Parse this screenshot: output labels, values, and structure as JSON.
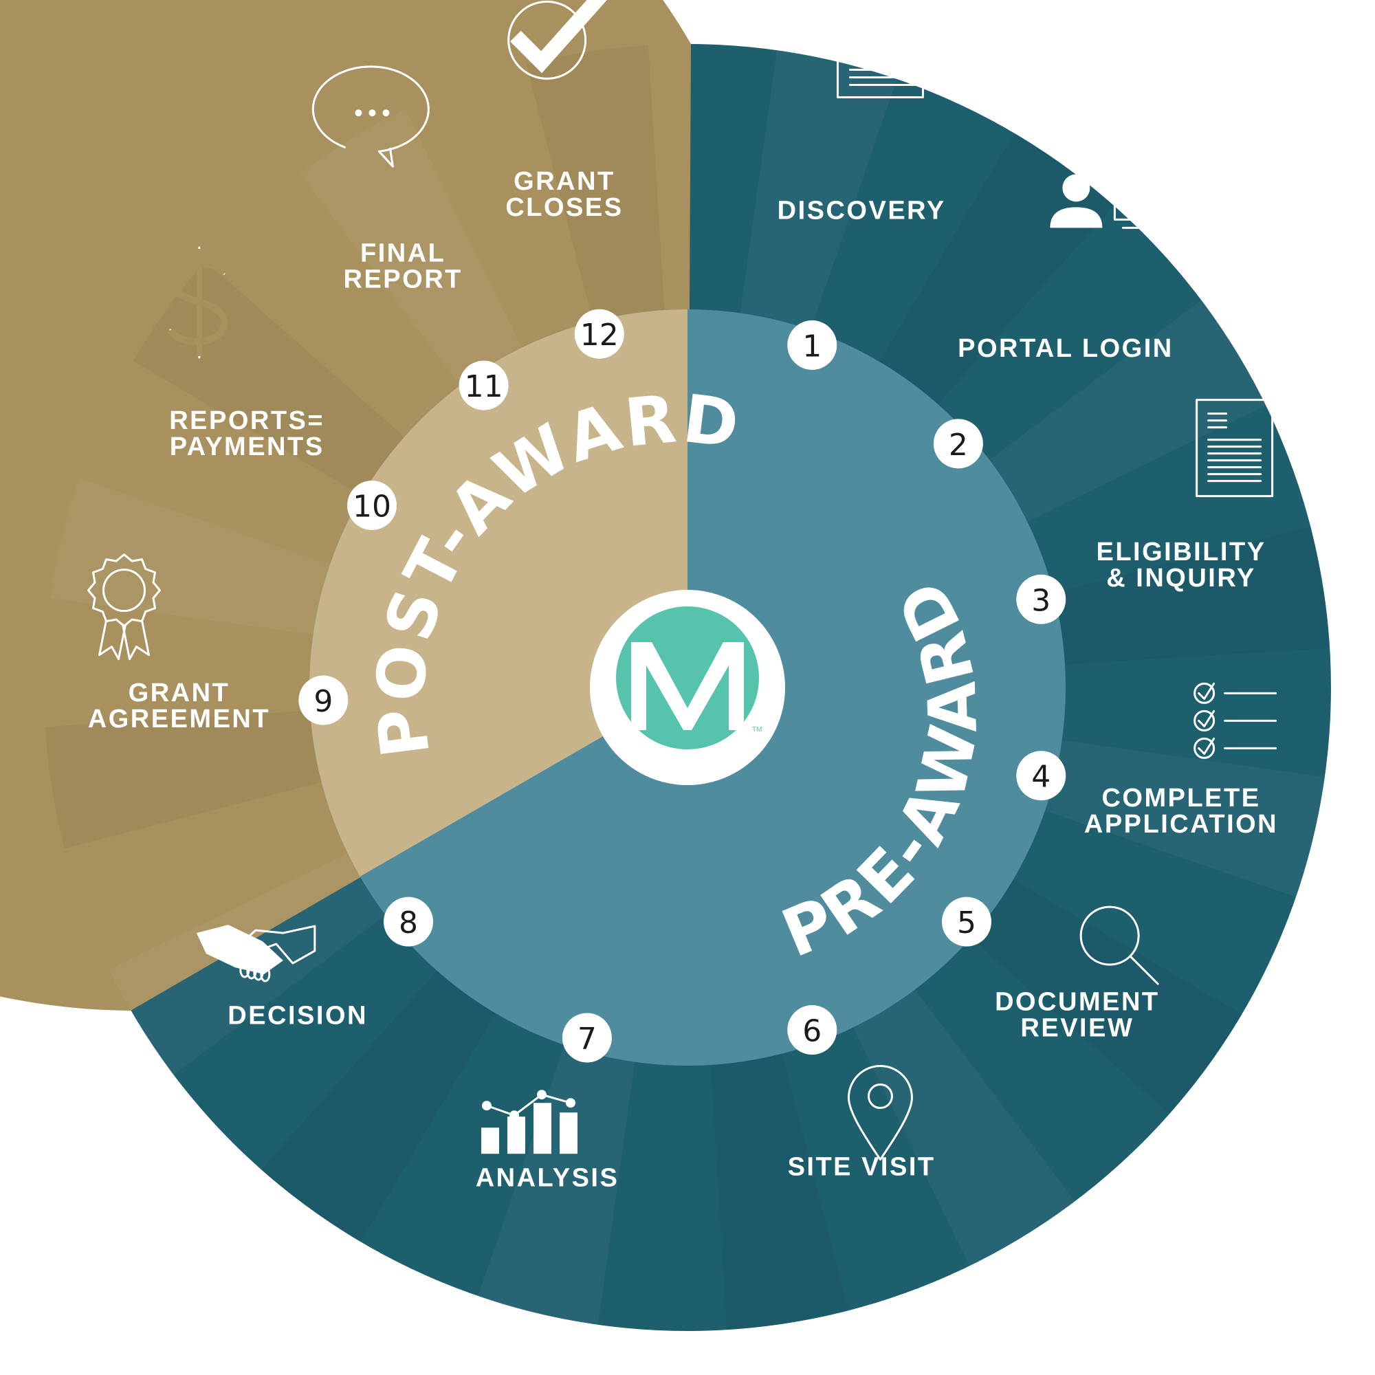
{
  "colors": {
    "gold_outer": "#a8915e",
    "gold_inner": "#c7b48a",
    "teal_outer": "#1e5f6e",
    "teal_inner": "#4f8d9e",
    "logo_mint": "#56c4ad",
    "white": "#ffffff"
  },
  "phases": {
    "post_award": "POST-AWARD",
    "pre_award": "PRE-AWARD"
  },
  "steps": [
    {
      "number": "1",
      "lines": [
        "DISCOVERY"
      ],
      "icon": "webpage-icon"
    },
    {
      "number": "2",
      "lines": [
        "PORTAL LOGIN"
      ],
      "icon": "user-computer-icon"
    },
    {
      "number": "3",
      "lines": [
        "ELIGIBILITY",
        "& INQUIRY"
      ],
      "icon": "document-icon"
    },
    {
      "number": "4",
      "lines": [
        "COMPLETE",
        "APPLICATION"
      ],
      "icon": "checklist-icon"
    },
    {
      "number": "5",
      "lines": [
        "DOCUMENT",
        "REVIEW"
      ],
      "icon": "magnifier-icon"
    },
    {
      "number": "6",
      "lines": [
        "SITE VISIT"
      ],
      "icon": "map-pin-icon"
    },
    {
      "number": "7",
      "lines": [
        "ANALYSIS"
      ],
      "icon": "bar-chart-icon"
    },
    {
      "number": "8",
      "lines": [
        "DECISION"
      ],
      "icon": "handshake-icon"
    },
    {
      "number": "9",
      "lines": [
        "GRANT",
        "AGREEMENT"
      ],
      "icon": "award-ribbon-icon"
    },
    {
      "number": "10",
      "lines": [
        "REPORTS=",
        "PAYMENTS"
      ],
      "icon": "dollar-icon"
    },
    {
      "number": "11",
      "lines": [
        "FINAL",
        "REPORT"
      ],
      "icon": "speech-bubble-icon"
    },
    {
      "number": "12",
      "lines": [
        "GRANT",
        "CLOSES"
      ],
      "icon": "checkmark-icon"
    }
  ],
  "logo": {
    "letter": "M",
    "trademark": "TM"
  }
}
